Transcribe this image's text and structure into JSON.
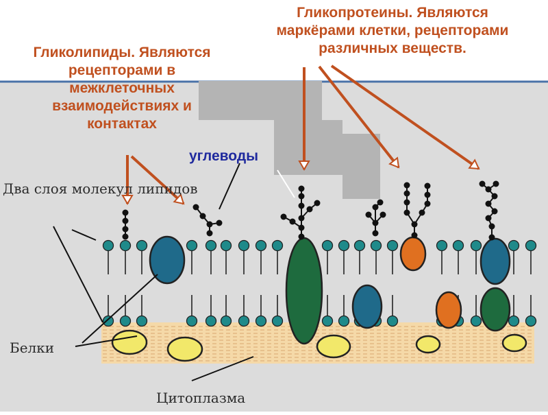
{
  "labels": {
    "glycolipids": [
      "Гликолипиды. Являются",
      "рецепторами в",
      "межклеточных",
      "взаимодействиях и",
      "контактах"
    ],
    "glycoproteins": [
      "Гликопротеины. Являются",
      "маркёрами клетки, рецепторами",
      "различных веществ."
    ],
    "carbohydrates": "углеводы",
    "two_layers": "Два слоя молекул липидов",
    "proteins": "Белки",
    "cytoplasm": "Цитоплазма"
  },
  "colors": {
    "annotation": "#c0501f",
    "carbohydrates_label": "#1f2a9e",
    "background": "#dcdcdc",
    "lipid_head": "#1f8a8a",
    "protein_blue": "#1f6a8a",
    "protein_green": "#1e6b3e",
    "protein_orange": "#e07020",
    "protein_yellow": "#f2e86a",
    "cytoplasm_band": "#f5d9a8"
  },
  "icons": [
    "lipid-head-icon",
    "carbohydrate-chain-icon",
    "arrow-icon"
  ]
}
